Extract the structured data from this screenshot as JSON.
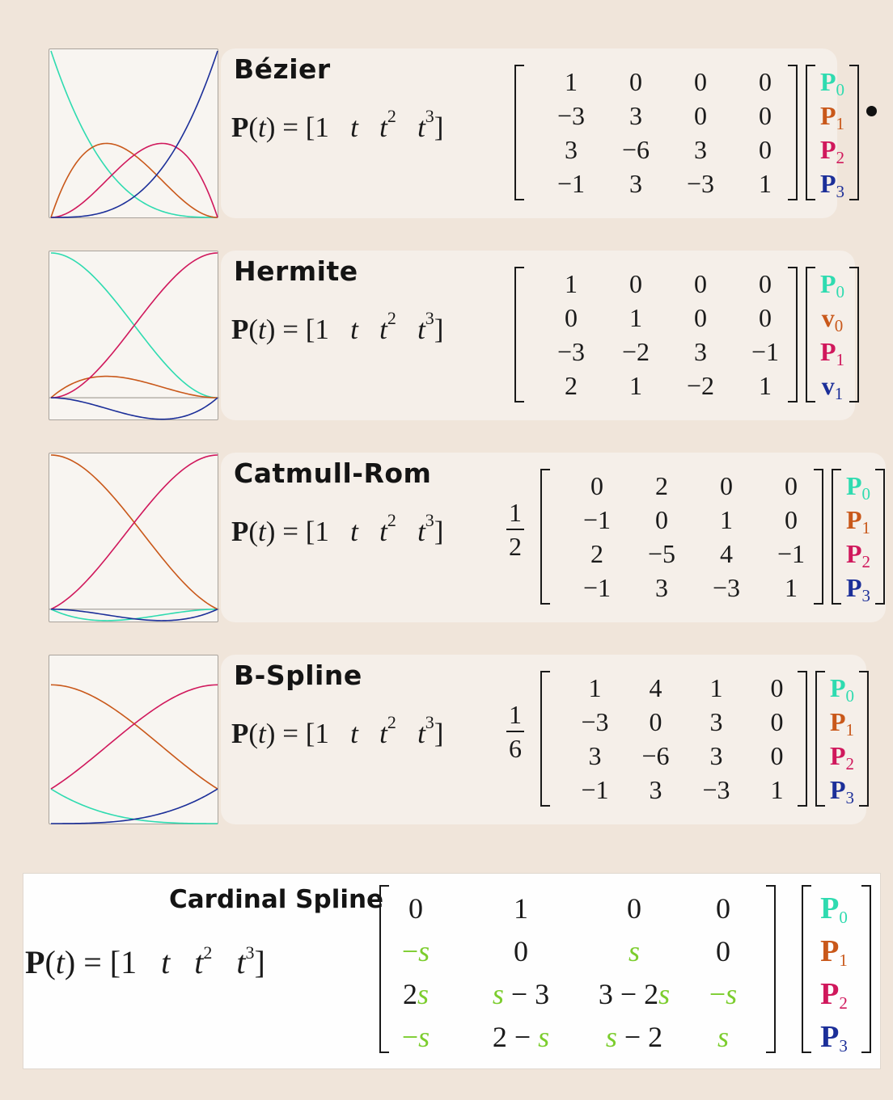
{
  "colors": {
    "p0": "#2fdbb0",
    "p1": "#c9581a",
    "p2": "#d0185c",
    "p3": "#1c2f99",
    "s": "#7ccd2e",
    "background": "#f0e5da"
  },
  "equation": {
    "lhs_symbol": "P",
    "lhs_arg": "t",
    "equals": "=",
    "row_vector": [
      "1",
      "t",
      "t",
      "t"
    ],
    "row_powers": [
      "2",
      "3"
    ]
  },
  "panels": [
    {
      "title": "Bézier",
      "factor": null,
      "matrix": [
        [
          "1",
          "0",
          "0",
          "0"
        ],
        [
          "−3",
          "3",
          "0",
          "0"
        ],
        [
          "3",
          "−6",
          "3",
          "0"
        ],
        [
          "−1",
          "3",
          "−3",
          "1"
        ]
      ],
      "vector": [
        {
          "sym": "P",
          "sub": "0",
          "color": "p0"
        },
        {
          "sym": "P",
          "sub": "1",
          "color": "p1"
        },
        {
          "sym": "P",
          "sub": "2",
          "color": "p2"
        },
        {
          "sym": "P",
          "sub": "3",
          "color": "p3"
        }
      ],
      "basis": [
        [
          1,
          -3,
          3,
          -1
        ],
        [
          0,
          3,
          -6,
          3
        ],
        [
          0,
          0,
          3,
          -3
        ],
        [
          0,
          0,
          0,
          1
        ]
      ],
      "ylim": [
        0,
        1
      ]
    },
    {
      "title": "Hermite",
      "factor": null,
      "matrix": [
        [
          "1",
          "0",
          "0",
          "0"
        ],
        [
          "0",
          "1",
          "0",
          "0"
        ],
        [
          "−3",
          "−2",
          "3",
          "−1"
        ],
        [
          "2",
          "1",
          "−2",
          "1"
        ]
      ],
      "vector": [
        {
          "sym": "P",
          "sub": "0",
          "color": "p0"
        },
        {
          "sym": "v",
          "sub": "0",
          "color": "p1"
        },
        {
          "sym": "P",
          "sub": "1",
          "color": "p2"
        },
        {
          "sym": "v",
          "sub": "1",
          "color": "p3"
        }
      ],
      "basis": [
        [
          1,
          0,
          -3,
          2
        ],
        [
          0,
          1,
          -2,
          1
        ],
        [
          0,
          0,
          3,
          -2
        ],
        [
          0,
          0,
          -1,
          1
        ]
      ],
      "ylim": [
        -0.15,
        1
      ]
    },
    {
      "title": "Catmull-Rom",
      "factor": {
        "num": "1",
        "den": "2"
      },
      "matrix": [
        [
          "0",
          "2",
          "0",
          "0"
        ],
        [
          "−1",
          "0",
          "1",
          "0"
        ],
        [
          "2",
          "−5",
          "4",
          "−1"
        ],
        [
          "−1",
          "3",
          "−3",
          "1"
        ]
      ],
      "vector": [
        {
          "sym": "P",
          "sub": "0",
          "color": "p0"
        },
        {
          "sym": "P",
          "sub": "1",
          "color": "p1"
        },
        {
          "sym": "P",
          "sub": "2",
          "color": "p2"
        },
        {
          "sym": "P",
          "sub": "3",
          "color": "p3"
        }
      ],
      "basis": [
        [
          0,
          -0.5,
          1,
          -0.5
        ],
        [
          1,
          0,
          -2.5,
          1.5
        ],
        [
          0,
          0.5,
          2,
          -1.5
        ],
        [
          0,
          0,
          -0.5,
          0.5
        ]
      ],
      "ylim": [
        -0.08,
        1
      ]
    },
    {
      "title": "B-Spline",
      "factor": {
        "num": "1",
        "den": "6"
      },
      "matrix": [
        [
          "1",
          "4",
          "1",
          "0"
        ],
        [
          "−3",
          "0",
          "3",
          "0"
        ],
        [
          "3",
          "−6",
          "3",
          "0"
        ],
        [
          "−1",
          "3",
          "−3",
          "1"
        ]
      ],
      "vector": [
        {
          "sym": "P",
          "sub": "0",
          "color": "p0"
        },
        {
          "sym": "P",
          "sub": "1",
          "color": "p1"
        },
        {
          "sym": "P",
          "sub": "2",
          "color": "p2"
        },
        {
          "sym": "P",
          "sub": "3",
          "color": "p3"
        }
      ],
      "basis": [
        [
          0.16667,
          -0.5,
          0.5,
          -0.16667
        ],
        [
          0.66667,
          0,
          -1,
          0.5
        ],
        [
          0.16667,
          0.5,
          0.5,
          -0.5
        ],
        [
          0,
          0,
          0,
          0.16667
        ]
      ],
      "ylim": [
        0,
        0.8
      ]
    }
  ],
  "cardinal": {
    "title": "Cardinal Spline",
    "matrix": [
      [
        {
          "t": "0"
        },
        {
          "t": "1"
        },
        {
          "t": "0"
        },
        {
          "t": "0"
        }
      ],
      [
        {
          "t": "−",
          "s": true
        },
        {
          "t": "0"
        },
        {
          "t": "",
          "s": true
        },
        {
          "t": "0"
        }
      ],
      [
        {
          "t": "2",
          "s": true
        },
        {
          "t": " − 3",
          "s": true,
          "pre": true
        },
        {
          "t": "3 − 2",
          "s": true
        },
        {
          "t": "−",
          "s": true
        }
      ],
      [
        {
          "t": "−",
          "s": true
        },
        {
          "t": "2 − ",
          "s": true
        },
        {
          "t": " − 2",
          "s": true,
          "pre": true
        },
        {
          "t": "",
          "s": true
        }
      ]
    ],
    "s_symbol": "s",
    "vector": [
      {
        "sym": "P",
        "sub": "0",
        "color": "p0"
      },
      {
        "sym": "P",
        "sub": "1",
        "color": "p1"
      },
      {
        "sym": "P",
        "sub": "2",
        "color": "p2"
      },
      {
        "sym": "P",
        "sub": "3",
        "color": "p3"
      }
    ]
  }
}
